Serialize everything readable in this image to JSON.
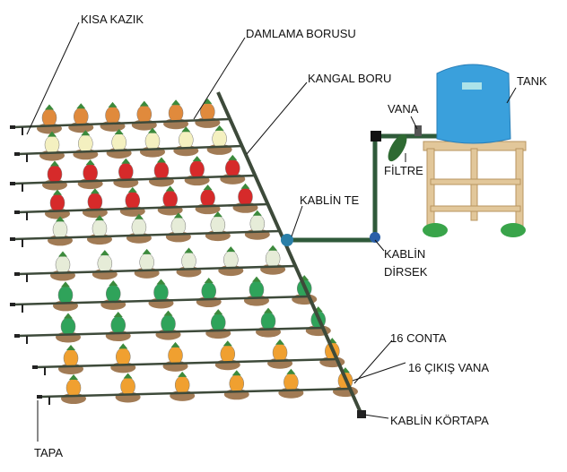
{
  "labels": {
    "kisa_kazik": "KISA KAZIK",
    "damlama_borusu": "DAMLAMA BORUSU",
    "kangal_boru": "KANGAL BORU",
    "tank": "TANK",
    "vana": "VANA",
    "filtre": "FİLTRE",
    "kablin_te": "KABLİN TE",
    "kablin_dirsek_1": "KABLİN",
    "kablin_dirsek_2": "DİRSEK",
    "conta": "16 CONTA",
    "cikis_vana": "16 ÇIKIŞ VANA",
    "kablin_kortapa": "KABLİN KÖRTAPA",
    "tapa": "TAPA"
  },
  "rows": [
    {
      "plant": "carrot",
      "color": "#e08a3c"
    },
    {
      "plant": "onion",
      "color": "#f4f0c0"
    },
    {
      "plant": "tomato",
      "color": "#d62a2a"
    },
    {
      "plant": "tomato",
      "color": "#d62a2a"
    },
    {
      "plant": "cabbage",
      "color": "#e6ecd8"
    },
    {
      "plant": "cabbage",
      "color": "#e6ecd8"
    },
    {
      "plant": "green-pepper",
      "color": "#2fa35a"
    },
    {
      "plant": "green-pepper",
      "color": "#2fa35a"
    },
    {
      "plant": "orange-pepper",
      "color": "#f0a030"
    },
    {
      "plant": "orange-pepper",
      "color": "#f0a030"
    }
  ],
  "colors": {
    "pipe": "#3d4a3a",
    "tank": "#3aa0dc",
    "stand": "#e2c79a",
    "soil": "#8a5a2a",
    "fitting": "#2a5fa8"
  }
}
